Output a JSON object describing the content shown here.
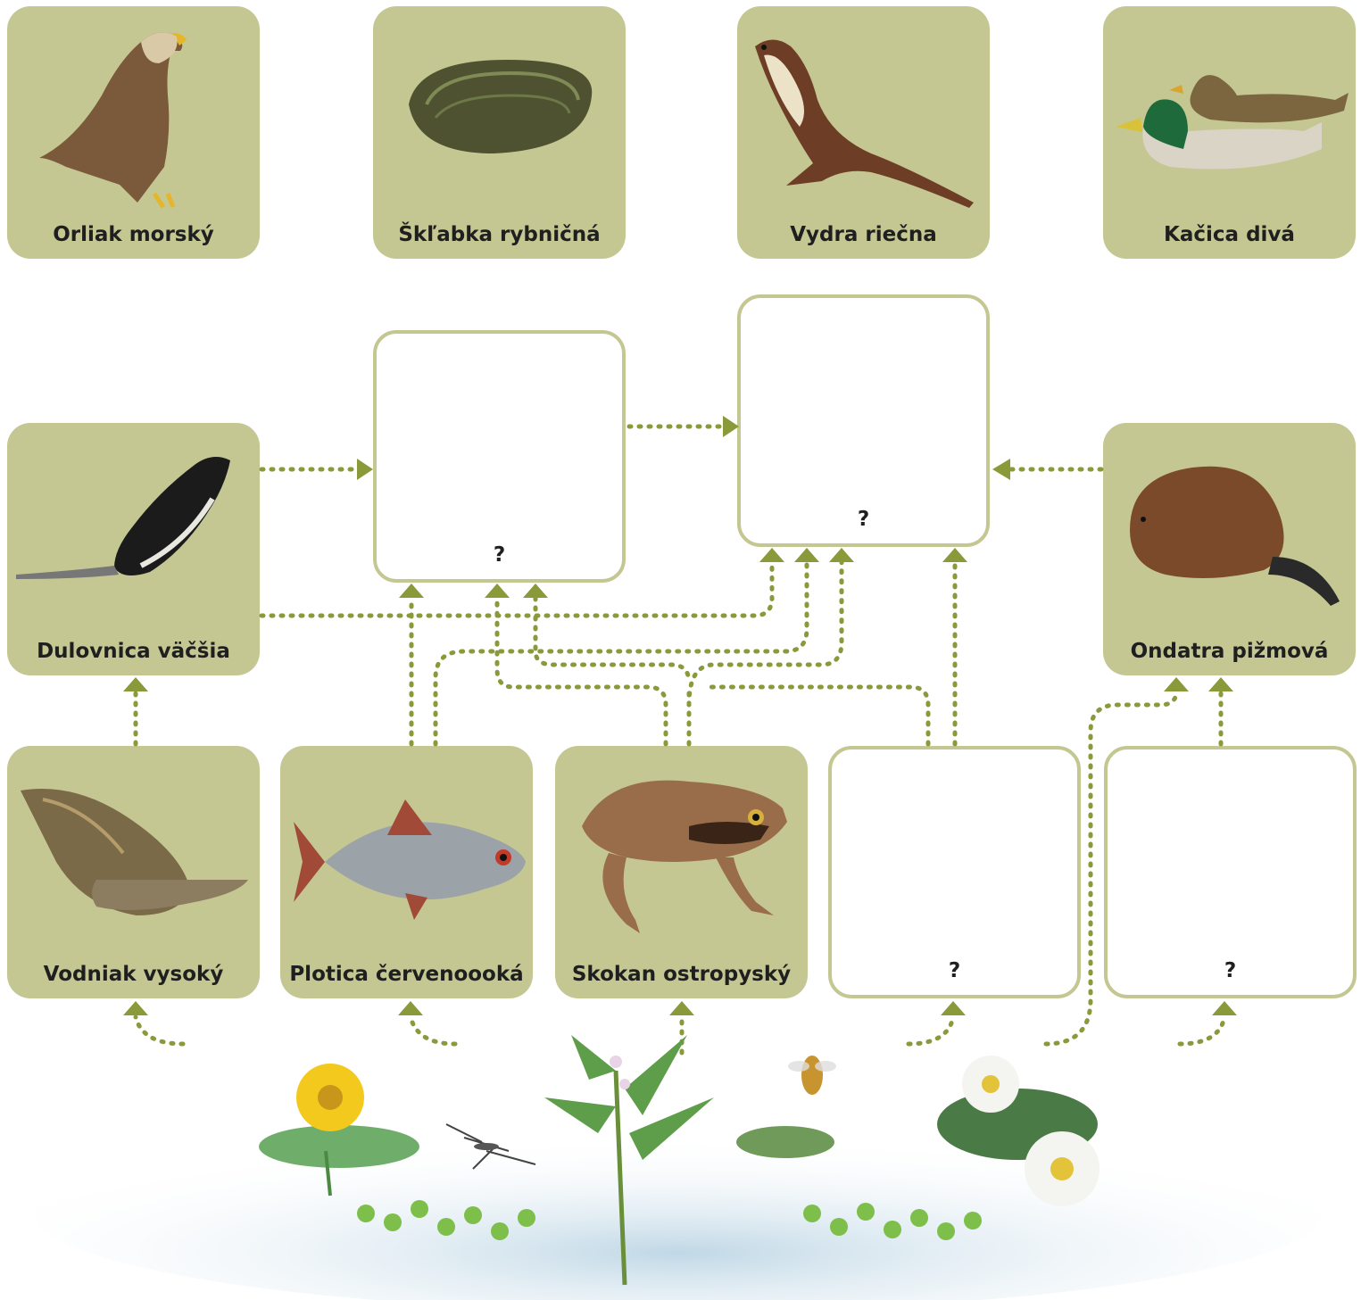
{
  "colors": {
    "card": "#c5c793",
    "arrow": "#8a9a3a",
    "water": "#b9d3e3"
  },
  "cards": {
    "orliak": {
      "label": "Orliak morský",
      "icon": "eagle-icon"
    },
    "sklabka": {
      "label": "Škľabka rybničná",
      "icon": "mussel-icon"
    },
    "vydra": {
      "label": "Vydra riečna",
      "icon": "otter-icon"
    },
    "kacica": {
      "label": "Kačica divá",
      "icon": "duck-icon"
    },
    "dulovnica": {
      "label": "Dulovnica väčšia",
      "icon": "shrew-icon"
    },
    "ondatra": {
      "label": "Ondatra pižmová",
      "icon": "muskrat-icon"
    },
    "vodniak": {
      "label": "Vodniak vysoký",
      "icon": "snail-icon"
    },
    "plotica": {
      "label": "Plotica červenoooká",
      "icon": "fish-icon"
    },
    "skokan": {
      "label": "Skokan ostropyský",
      "icon": "frog-icon"
    }
  },
  "unknown": {
    "mark": "?"
  },
  "pond": {
    "icons": [
      "water-lily-yellow-icon",
      "water-strider-icon",
      "arrowhead-plant-icon",
      "hoverfly-icon",
      "water-lily-white-icon",
      "duckweed-icon"
    ]
  }
}
